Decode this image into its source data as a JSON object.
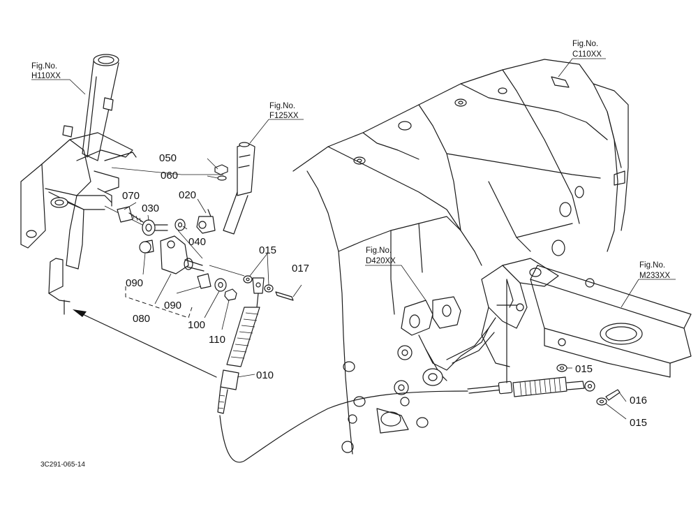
{
  "figure": {
    "drawing_code": "3C291-065-14",
    "references": [
      {
        "id": "ref-h110",
        "caption": "Fig.No.",
        "code": "H110XX"
      },
      {
        "id": "ref-f125",
        "caption": "Fig.No.",
        "code": "F125XX"
      },
      {
        "id": "ref-c110",
        "caption": "Fig.No.",
        "code": "C110XX"
      },
      {
        "id": "ref-d420",
        "caption": "Fig.No.",
        "code": "D420XX"
      },
      {
        "id": "ref-m233",
        "caption": "Fig.No.",
        "code": "M233XX"
      }
    ],
    "parts": {
      "p010": "010",
      "p015a": "015",
      "p015b": "015",
      "p015c": "015",
      "p016": "016",
      "p017": "017",
      "p020": "020",
      "p030": "030",
      "p040": "040",
      "p050": "050",
      "p060": "060",
      "p070": "070",
      "p080": "080",
      "p090a": "090",
      "p090b": "090",
      "p100": "100",
      "p110": "110"
    }
  }
}
